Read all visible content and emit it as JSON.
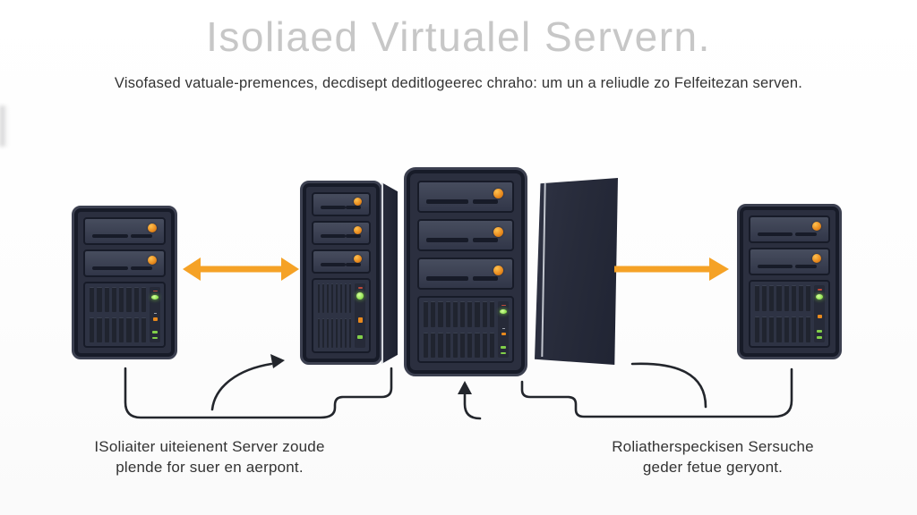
{
  "page": {
    "title": "Isoliaed Virtualel Servern.",
    "subtitle": "Visofased vatuale-premences, decdisept deditlogeerec chraho: um un a reliudle zo Felfeitezan serven."
  },
  "captions": {
    "left": {
      "line1": "ISoliaiter uiteienent Server zoude",
      "line2": "plende for suer en aerpont."
    },
    "right": {
      "line1": "Roliatherspeckisen Sersuche",
      "line2": "geder fetue geryont."
    }
  },
  "diagram": {
    "servers": [
      {
        "id": "server-left",
        "bays": 2,
        "style": "small tower"
      },
      {
        "id": "server-mid",
        "bays": 3,
        "style": "mid tower with 3d side edge"
      },
      {
        "id": "server-center",
        "bays": 3,
        "style": "large tower"
      },
      {
        "id": "back-tower",
        "bays": 0,
        "style": "plain side-view tower"
      },
      {
        "id": "server-right",
        "bays": 2,
        "style": "small tower"
      }
    ],
    "arrows": [
      {
        "id": "arrow-double",
        "type": "double-headed",
        "between": [
          "server-left",
          "server-mid"
        ]
      },
      {
        "id": "arrow-right",
        "type": "right-headed",
        "between": [
          "back-tower",
          "server-right"
        ]
      }
    ],
    "connectors": [
      {
        "id": "line-left-loop",
        "from": "server-left",
        "to": "server-mid"
      },
      {
        "id": "curved-arrow-up-right",
        "to": "server-mid"
      },
      {
        "id": "arrow-up-center",
        "to": "server-center"
      },
      {
        "id": "line-right-loop",
        "from": "server-center",
        "to": "server-right"
      },
      {
        "id": "curve-back-tower",
        "from": "back-tower"
      }
    ]
  },
  "colors": {
    "accent_orange": "#F5A226",
    "knob_orange": "#E8891D",
    "led_green": "#8CE14B",
    "server_body": "#2B2F3F",
    "server_rim": "#3C4050",
    "panel_dark": "#171B28",
    "bay_top": "#474D5E",
    "bay_bottom": "#313648",
    "vent_bg": "#2E3344",
    "slat": "#20242F",
    "connector": "#23262C",
    "title_color": "#C7C7C7",
    "text_color": "#333333",
    "back_tower": "#272B3A"
  }
}
